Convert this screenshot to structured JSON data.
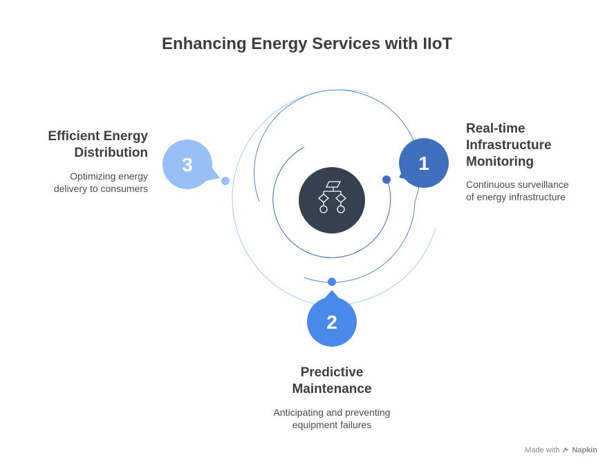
{
  "title": "Enhancing Energy Services with IIoT",
  "center_icon": "flowchart-icon",
  "colors": {
    "center": "#36404f",
    "step1": "#3f6fbd",
    "step2": "#4a89e8",
    "step3": "#99bff5",
    "rings": "#a9c7f0"
  },
  "steps": [
    {
      "number": "1",
      "heading_line1": "Real-time",
      "heading_line2": "Infrastructure",
      "heading_line3": "Monitoring",
      "desc_line1": "Continuous surveillance",
      "desc_line2": "of energy infrastructure"
    },
    {
      "number": "2",
      "heading_line1": "Predictive",
      "heading_line2": "Maintenance",
      "desc_line1": "Anticipating and preventing",
      "desc_line2": "equipment failures"
    },
    {
      "number": "3",
      "heading_line1": "Efficient Energy",
      "heading_line2": "Distribution",
      "desc_line1": "Optimizing energy",
      "desc_line2": "delivery to consumers"
    }
  ],
  "footer": {
    "made_with": "Made with",
    "brand": "Napkin"
  }
}
